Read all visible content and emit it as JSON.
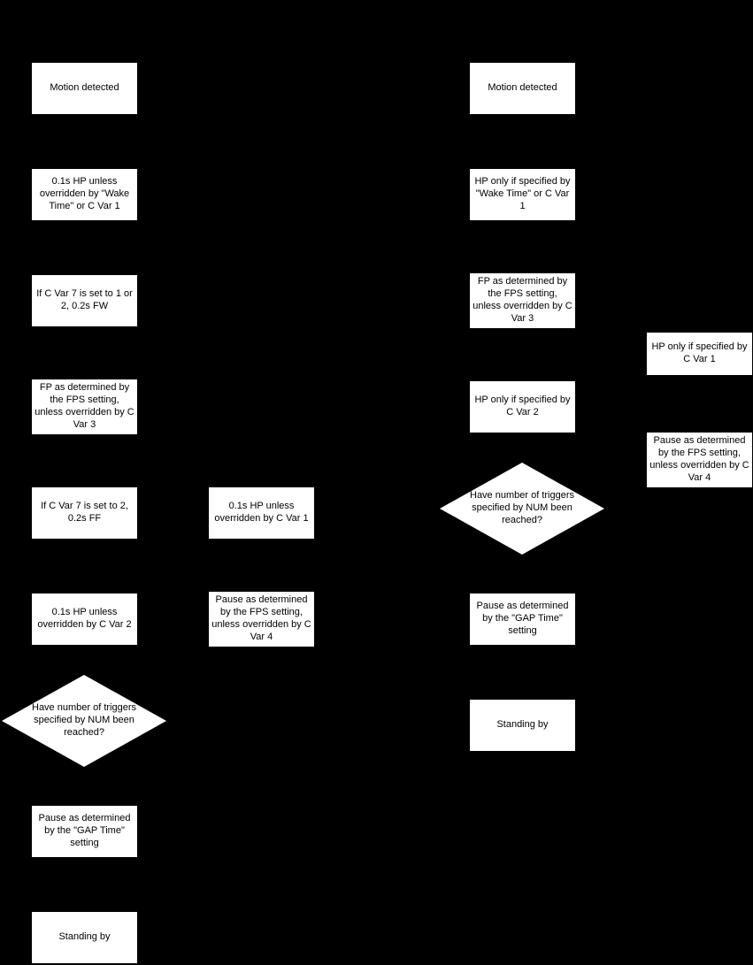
{
  "canvas": {
    "background": "#000000",
    "node_fill": "#ffffff",
    "node_text_color": "#000000"
  },
  "flows": {
    "left": {
      "motion": "Motion detected",
      "wake_hp": "0.1s HP unless overridden by \"Wake Time\" or C Var 1",
      "cvar7_fw": "If C Var 7 is set to 1 or 2, 0.2s FW",
      "fp_fps": "FP as determined by the FPS setting, unless overridden by C Var 3",
      "cvar7_ff": "If C Var 7 is set to 2, 0.2s FF",
      "hp_cvar2": "0.1s HP unless overridden by C Var 2",
      "decision": "Have number of triggers specified by NUM been reached?",
      "gap_pause": "Pause as determined by the \"GAP Time\" setting",
      "standby": "Standing by"
    },
    "mid": {
      "hp_cvar1": "0.1s HP unless overridden by C Var 1",
      "pause_fps": "Pause as determined by the FPS setting, unless overridden by C Var 4"
    },
    "right": {
      "motion": "Motion detected",
      "wake_hp": "HP only if specified by \"Wake Time\" or C Var 1",
      "fp_fps": "FP as determined by the FPS setting, unless overridden by C Var 3",
      "hp_cvar2": "HP only if specified by C Var 2",
      "decision": "Have number of triggers specified by NUM been reached?",
      "gap_pause": "Pause as determined by the \"GAP Time\" setting",
      "standby": "Standing by"
    },
    "far_right": {
      "hp_cvar1": "HP only if specified by C Var 1",
      "pause_fps": "Pause as determined by the FPS setting, unless overridden by C Var 4"
    }
  }
}
